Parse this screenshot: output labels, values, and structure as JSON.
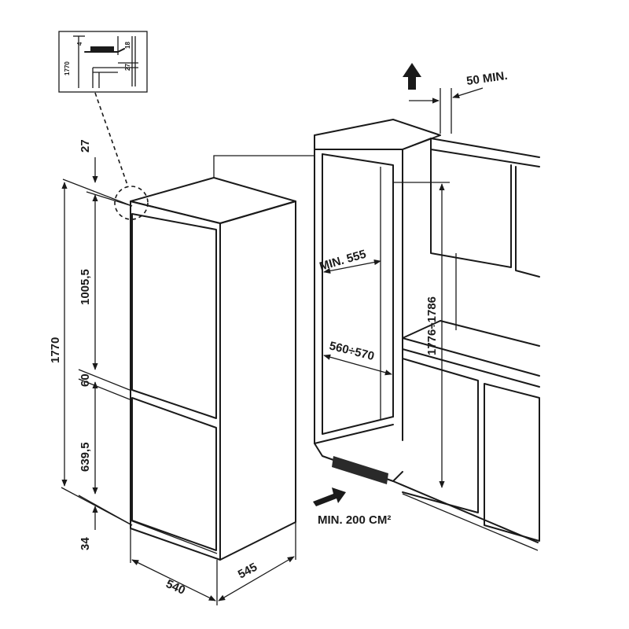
{
  "colors": {
    "ink": "#1a1a1a",
    "paper": "#ffffff",
    "grille": "#2a2a2a"
  },
  "detail": {
    "label_1770": "1770",
    "label_4": "4",
    "label_18": "18",
    "label_27": "27"
  },
  "dimensions": {
    "top_gap": "27",
    "total_height": "1770",
    "upper_door": "1005,5",
    "door_gap": "60",
    "lower_door": "639,5",
    "bottom_gap": "34",
    "width": "540",
    "depth": "545"
  },
  "niche": {
    "top_clearance": "50 MIN.",
    "depth_min": "MIN. 555",
    "width_range": "560÷570",
    "height_range": "1776÷1786",
    "ventilation": "MIN. 200 CM²"
  },
  "icons": [
    "arrow-up-icon",
    "arrow-right-icon"
  ]
}
